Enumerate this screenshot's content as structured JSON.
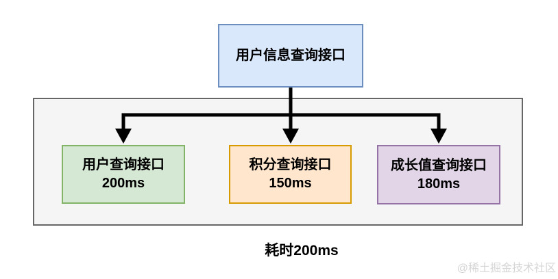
{
  "diagram": {
    "root": {
      "label": "用户信息查询接口",
      "fill": "#dae8fc",
      "border": "#6c8ebf"
    },
    "children": [
      {
        "label": "用户查询接口",
        "time": "200ms",
        "fill": "#d5e8d4",
        "border": "#82b366"
      },
      {
        "label": "积分查询接口",
        "time": "150ms",
        "fill": "#ffe6cc",
        "border": "#d79b00"
      },
      {
        "label": "成长值查询接口",
        "time": "180ms",
        "fill": "#e1d5e7",
        "border": "#9673a6"
      }
    ],
    "group": {
      "fill": "#f5f5f6",
      "border": "#666666"
    },
    "arrow_color": "#000000",
    "caption": "耗时200ms"
  },
  "watermark": "@稀土掘金技术社区"
}
